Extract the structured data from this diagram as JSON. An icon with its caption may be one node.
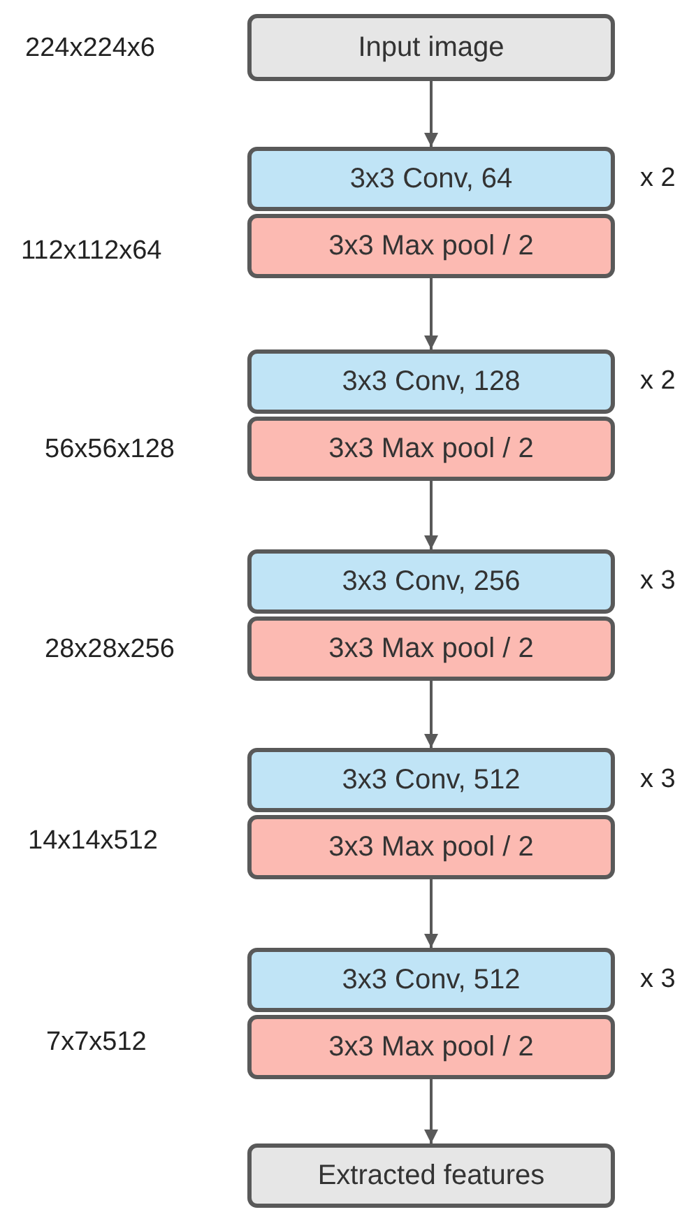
{
  "diagram": {
    "nodes": [
      {
        "text": [
          "Input image"
        ],
        "beside": [
          "224x224x6"
        ]
      },
      {
        "text": [
          "3x3 Conv, 64"
        ],
        "beside": [
          "x 2"
        ]
      },
      {
        "text": [
          "3x3 Max pool / 2"
        ],
        "beside": [
          "112x112x64"
        ]
      },
      {
        "text": [
          "3x3 Conv, 128"
        ],
        "beside": [
          "x 2"
        ]
      },
      {
        "text": [
          "3x3 Max pool / 2"
        ],
        "beside": [
          "56x56x128"
        ]
      },
      {
        "text": [
          "3x3 Conv, 256"
        ],
        "beside": [
          "x 3"
        ]
      },
      {
        "text": [
          "3x3 Max pool / 2"
        ],
        "beside": [
          "28x28x256"
        ]
      },
      {
        "text": [
          "3x3 Conv, 512"
        ],
        "beside": [
          "x 3"
        ]
      },
      {
        "text": [
          "3x3 Max pool / 2"
        ],
        "beside": [
          "14x14x512"
        ]
      },
      {
        "text": [
          "3x3 Conv, 512"
        ],
        "beside": [
          "x 3"
        ]
      },
      {
        "text": [
          "3x3 Max pool / 2"
        ],
        "beside": [
          "7x7x512"
        ]
      },
      {
        "text": [
          "Extracted features"
        ]
      }
    ],
    "edges": [
      {
        "from": 0,
        "to": 1,
        "arrow": "to"
      },
      {
        "from": 2,
        "to": 3,
        "arrow": "to"
      },
      {
        "from": 4,
        "to": 5,
        "arrow": "to"
      },
      {
        "from": 6,
        "to": 7,
        "arrow": "to"
      },
      {
        "from": 8,
        "to": 9,
        "arrow": "to"
      },
      {
        "from": 10,
        "to": 11,
        "arrow": "to"
      }
    ]
  }
}
